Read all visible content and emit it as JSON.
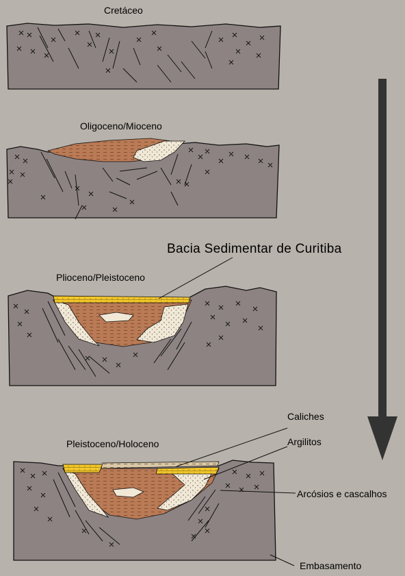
{
  "stages": [
    {
      "title": "Cretáceo"
    },
    {
      "title": "Oligoceno/Mioceno"
    },
    {
      "title": "Plioceno/Pleistoceno"
    },
    {
      "title": "Pleistoceno/Holoceno"
    }
  ],
  "basin_label": "Bacia Sedimentar de Curitiba",
  "legend": {
    "caliches": "Caliches",
    "argilitos": "Argilitos",
    "arcosios": "Arcósios e cascalhos",
    "embasamento": "Embasamento"
  },
  "colors": {
    "background": "#b7b2ab",
    "basement": "#8d8383",
    "argilitos": "#b97a55",
    "arcosios": "#f1e8d5",
    "caliches": "#f2c72a",
    "arrow": "#333333"
  }
}
